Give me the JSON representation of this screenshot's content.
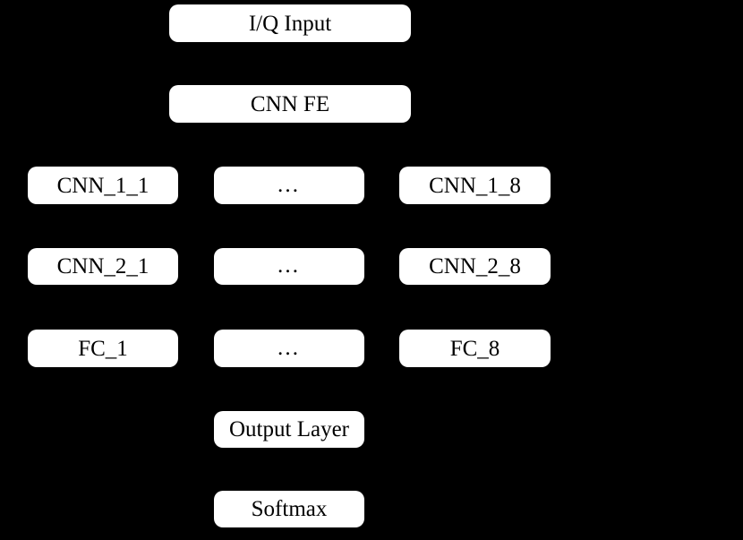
{
  "diagram": {
    "title": "CNN classifier architecture flow",
    "background_color": "#000000",
    "box_fill_color": "#ffffff",
    "box_text_color": "#000000",
    "nodes": {
      "iq_input": {
        "label": "I/Q Input"
      },
      "cnn_fe": {
        "label": "CNN FE"
      },
      "cnn_1_1": {
        "label": "CNN_1_1"
      },
      "row1_ellipsis": {
        "label": "…"
      },
      "cnn_1_8": {
        "label": "CNN_1_8"
      },
      "cnn_2_1": {
        "label": "CNN_2_1"
      },
      "row2_ellipsis": {
        "label": "…"
      },
      "cnn_2_8": {
        "label": "CNN_2_8"
      },
      "fc_1": {
        "label": "FC_1"
      },
      "row3_ellipsis": {
        "label": "…"
      },
      "fc_8": {
        "label": "FC_8"
      },
      "output_layer": {
        "label": "Output Layer"
      },
      "softmax": {
        "label": "Softmax"
      }
    }
  }
}
